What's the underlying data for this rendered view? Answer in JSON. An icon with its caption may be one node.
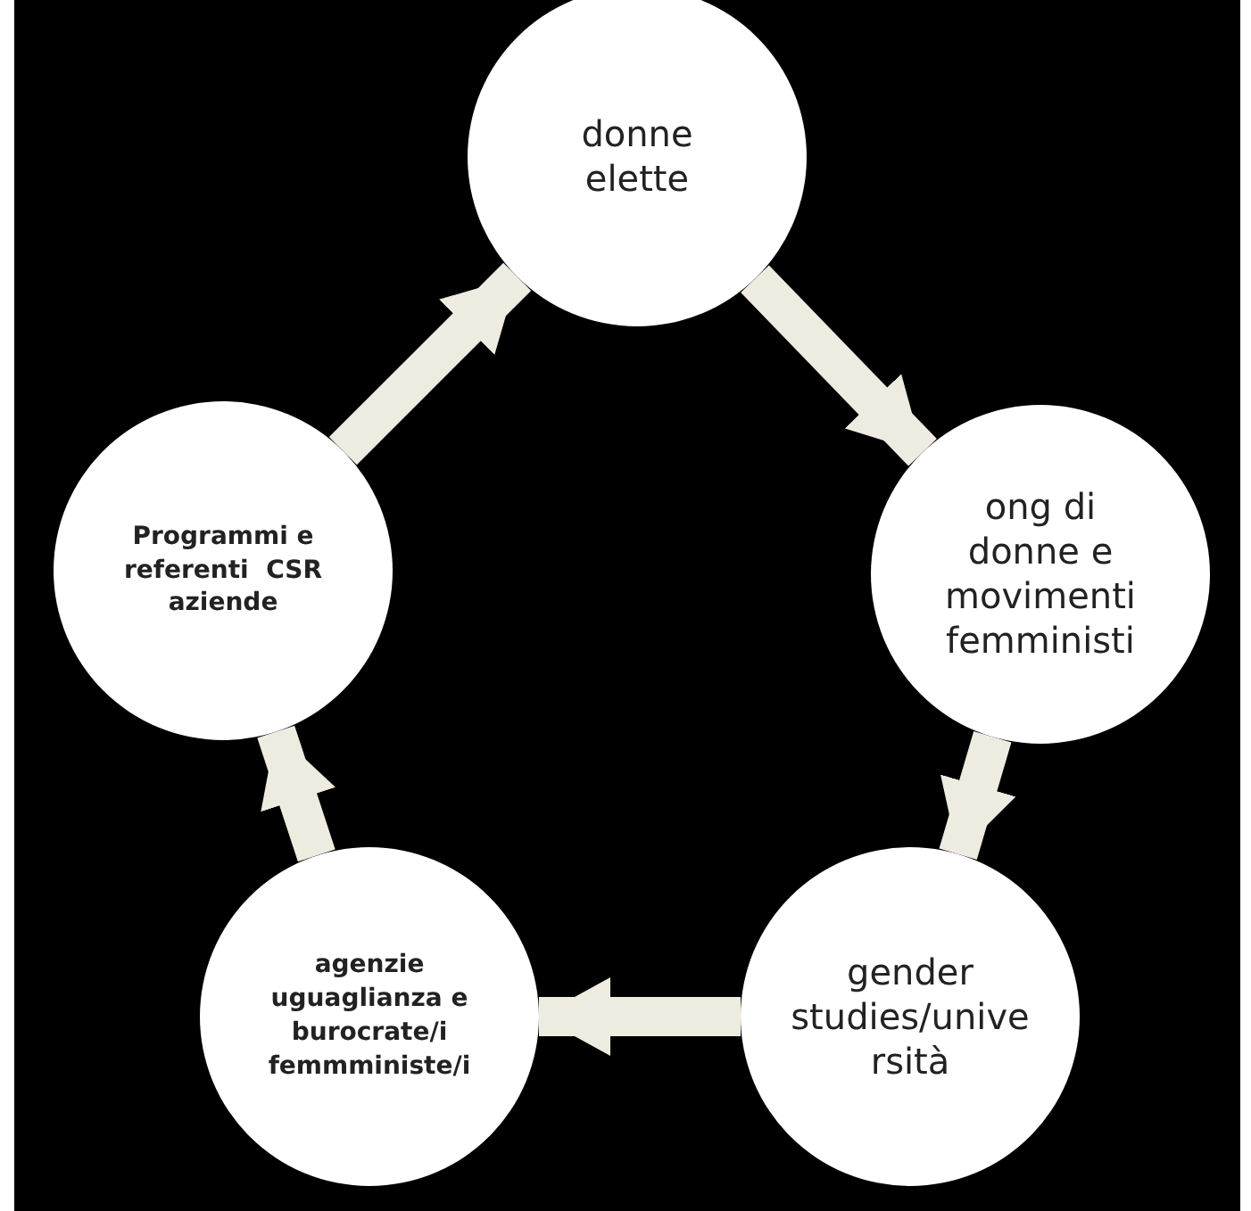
{
  "diagram": {
    "nodes": [
      {
        "text": [
          "donne elette"
        ]
      },
      {
        "text": [
          "Programmi e referenti  CSR aziende"
        ]
      },
      {
        "text": [
          "ong di donne e movimenti femministi"
        ]
      },
      {
        "text": [
          "agenzie uguaglianza e burocrate/i femmministe/i"
        ]
      },
      {
        "text": [
          "gender studies/università"
        ]
      }
    ],
    "edges": [
      {
        "from": 0,
        "to": 2,
        "arrow": "to"
      },
      {
        "from": 2,
        "to": 4,
        "arrow": "to"
      },
      {
        "from": 4,
        "to": 3,
        "arrow": "to"
      },
      {
        "from": 3,
        "to": 1,
        "arrow": "to"
      },
      {
        "from": 1,
        "to": 0,
        "arrow": "to"
      }
    ]
  }
}
